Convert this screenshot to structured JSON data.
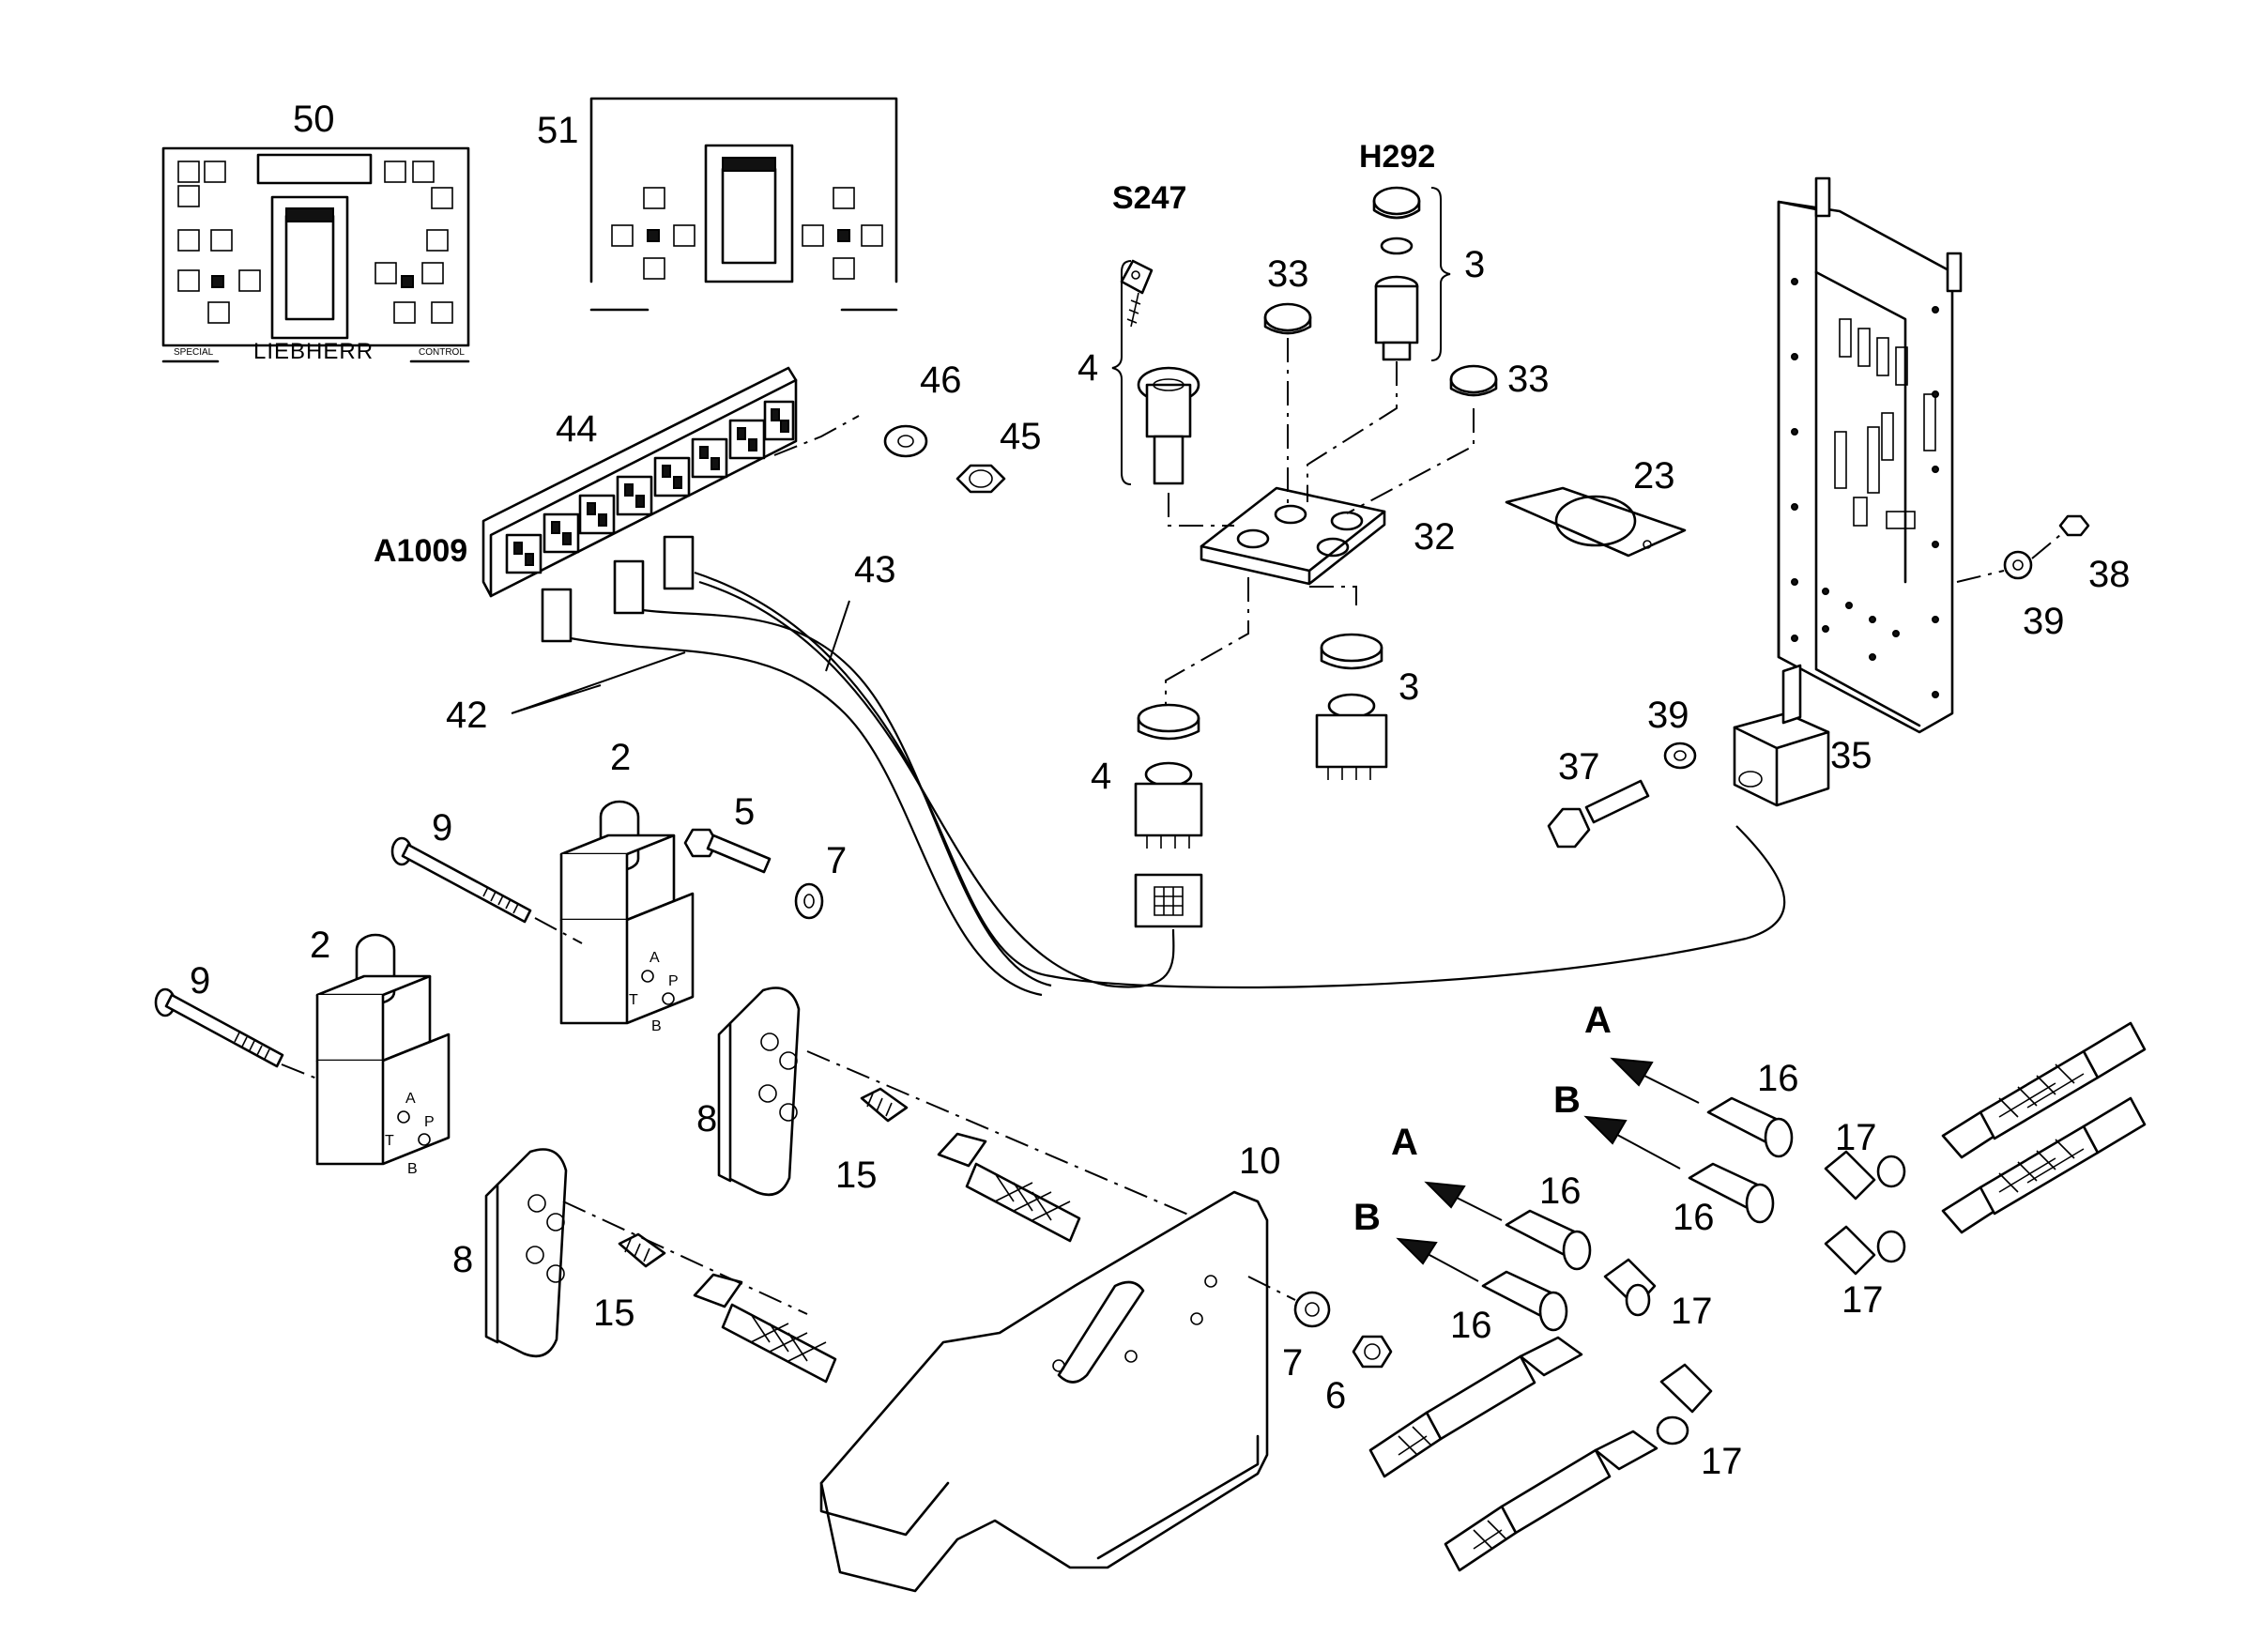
{
  "callouts": {
    "c50": "50",
    "c51": "51",
    "h292": "H292",
    "s247": "S247",
    "c33a": "33",
    "c3a": "3",
    "c4a": "4",
    "c33b": "33",
    "c46": "46",
    "c44": "44",
    "c45": "45",
    "a1009": "A1009",
    "c23": "23",
    "c32": "32",
    "c43": "43",
    "c3b": "3",
    "c38": "38",
    "c39a": "39",
    "c42": "42",
    "c2a": "2",
    "c39b": "39",
    "c37": "37",
    "c35": "35",
    "c4b": "4",
    "c5": "5",
    "c9a": "9",
    "c7a": "7",
    "c2b": "2",
    "c9b": "9",
    "c8a": "8",
    "c15a": "15",
    "c16a": "16",
    "c17a": "17",
    "c16b": "16",
    "c17b": "17",
    "c10": "10",
    "c16c": "16",
    "c8b": "8",
    "c15b": "15",
    "c17c": "17",
    "c16d": "16",
    "c7b": "7",
    "c6": "6",
    "c17d": "17"
  },
  "arrows": {
    "a_upper": "A",
    "b_upper": "B",
    "a_lower": "A",
    "b_lower": "B"
  },
  "decal": {
    "brand": "LIEBHERR",
    "left_caption": "SPECIAL",
    "right_caption": "CONTROL"
  },
  "valve_ports": {
    "a": "A",
    "p": "P",
    "b": "B",
    "t": "T"
  }
}
